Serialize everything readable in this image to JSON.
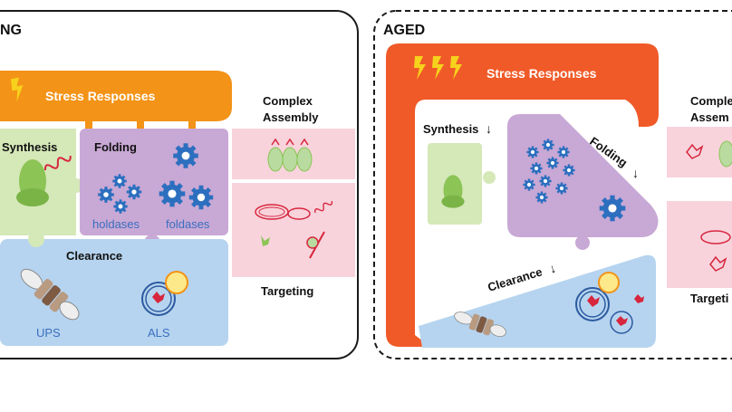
{
  "young_panel": {
    "title": "NG",
    "stress_label": "Stress Responses",
    "synthesis_label": "Synthesis",
    "folding_label": "Folding",
    "holdases_label": "holdases",
    "foldases_label": "foldases",
    "clearance_label": "Clearance",
    "ups_label": "UPS",
    "als_label": "ALS",
    "complex_label_1": "Complex",
    "complex_label_2": "Assembly",
    "targeting_label": "Targeting"
  },
  "aged_panel": {
    "title": "AGED",
    "stress_label": "Stress Responses",
    "synthesis_label": "Synthesis",
    "folding_label": "Folding",
    "clearance_label": "Clearance",
    "decrease_arrow": "↓",
    "complex_label_1": "Comple",
    "complex_label_2": "Assem",
    "targeting_label": "Targeti"
  },
  "colors": {
    "young_stress": "#f39317",
    "aged_stress": "#f05a28",
    "synthesis_fill": "#d5e8b8",
    "folding_fill": "#c8a8d5",
    "clearance_fill": "#b6d4ef",
    "pink_fill": "#f8d3dc",
    "gear_blue": "#2c6fbf",
    "label_blue": "#3a6fbf",
    "bolt_yellow": "#f6d21c"
  }
}
